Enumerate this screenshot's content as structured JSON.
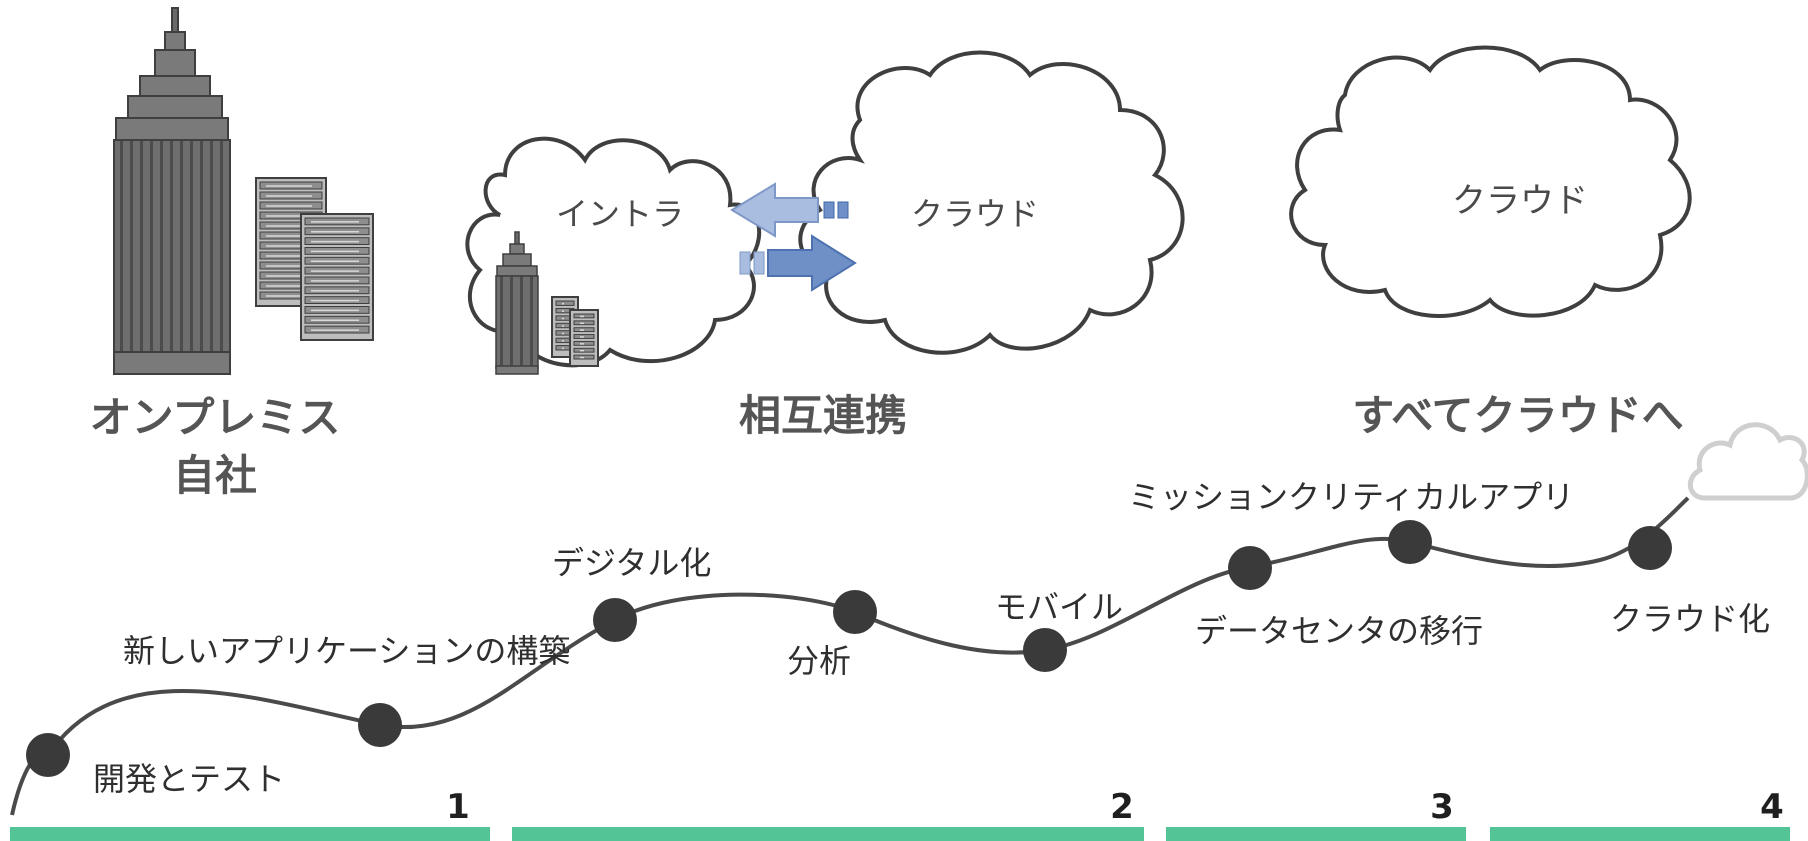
{
  "colors": {
    "outline": "#3f3f3f",
    "building": "#707070",
    "building_dark": "#4a4a4a",
    "arrow_light": "#a9bde0",
    "arrow_dark": "#6f8fc7",
    "phase_bar": "#52c496",
    "milestone": "#3a3a3a",
    "ghost_cloud": "#cfcfcf"
  },
  "icons": {
    "skyscraper": "skyscraper-icon",
    "server": "server-rack-icon",
    "cloud": "cloud-icon",
    "arrow": "arrow-icon"
  },
  "stages": {
    "onprem": {
      "line1": "オンプレミス",
      "line2": "自社"
    },
    "hybrid": {
      "intra_label": "イントラ",
      "cloud_label": "クラウド",
      "heading": "相互連携"
    },
    "allcloud": {
      "cloud_label": "クラウド",
      "heading": "すべてクラウドへ"
    }
  },
  "milestones": [
    "開発とテスト",
    "新しいアプリケーションの構築",
    "デジタル化",
    "分析",
    "モバイル",
    "データセンタの移行",
    "ミッションクリティカルアプリ",
    "クラウド化"
  ],
  "phases": [
    "1",
    "2",
    "3",
    "4"
  ]
}
